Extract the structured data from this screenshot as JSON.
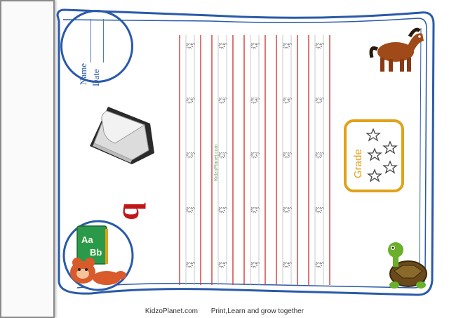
{
  "worksheet": {
    "name_label": "Name",
    "date_label": "Date",
    "grade_label": "Grade",
    "letter": "b",
    "watermark": "KidzoPlanet.com",
    "trace_letter": "b",
    "trace_columns": 5,
    "trace_rows": 5
  },
  "footer": {
    "site": "KidzoPlanet.com",
    "tagline": "Print,Learn and grow together"
  },
  "clipart": {
    "book": "book-icon",
    "horse": "horse-icon",
    "turtle": "turtle-icon",
    "bear": "bear-icon",
    "abc_board": "abc-board-icon",
    "alphabet_tiles": [
      "Aa",
      "Bb"
    ],
    "stars": "star-icon"
  },
  "colors": {
    "frame_blue": "#2a5aa8",
    "grade_gold": "#e0a218",
    "letter_red": "#c01818",
    "guide_red": "#d23a3a"
  }
}
